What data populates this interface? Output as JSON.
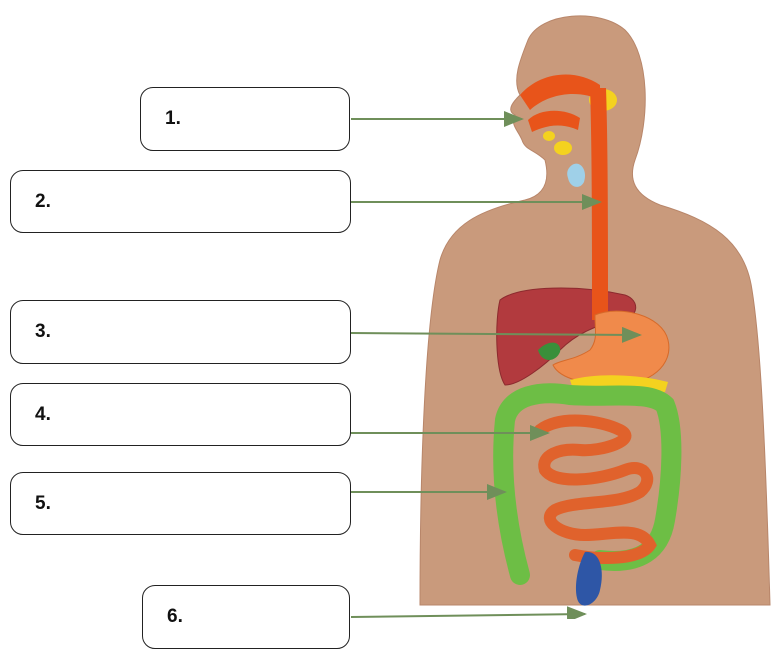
{
  "labels": [
    {
      "id": 1,
      "text": "1."
    },
    {
      "id": 2,
      "text": "2."
    },
    {
      "id": 3,
      "text": "3."
    },
    {
      "id": 4,
      "text": "4."
    },
    {
      "id": 5,
      "text": "5."
    },
    {
      "id": 6,
      "text": "6."
    }
  ],
  "colors": {
    "skin": "#C99A7C",
    "esophagus": "#E8541A",
    "stomach": "#F08A4B",
    "liver": "#B23A3E",
    "large_intestine": "#6DBE45",
    "small_intestine": "#E0622C",
    "salivary_gland": "#F4D21F",
    "rectum": "#2E56A6",
    "arrow": "#6F8F5A"
  }
}
